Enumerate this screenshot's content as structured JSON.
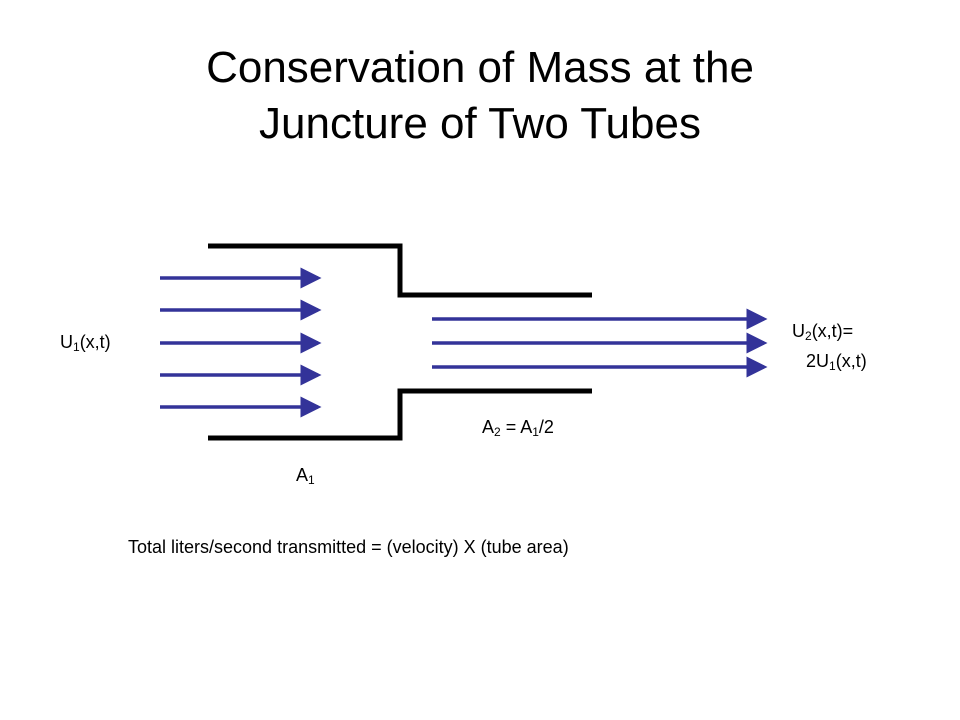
{
  "slide": {
    "title_line1": "Conservation of Mass at the",
    "title_line2": "Juncture of Two Tubes"
  },
  "labels": {
    "u1": {
      "main": "U",
      "sub": "1",
      "tail": "(x,t)"
    },
    "u2_line1": {
      "main": "U",
      "sub": "2",
      "tail": "(x,t)="
    },
    "u2_line2": {
      "main": "2U",
      "sub": "1",
      "tail": "(x,t)"
    },
    "a1": {
      "main": "A",
      "sub": "1"
    },
    "a2": {
      "main": "A",
      "sub": "2",
      "mid": " = A",
      "sub2": "1",
      "tail": "/2"
    }
  },
  "footer": "Total liters/second transmitted = (velocity) X (tube area)",
  "colors": {
    "arrow": "#333399",
    "tube_wall": "#000000"
  }
}
